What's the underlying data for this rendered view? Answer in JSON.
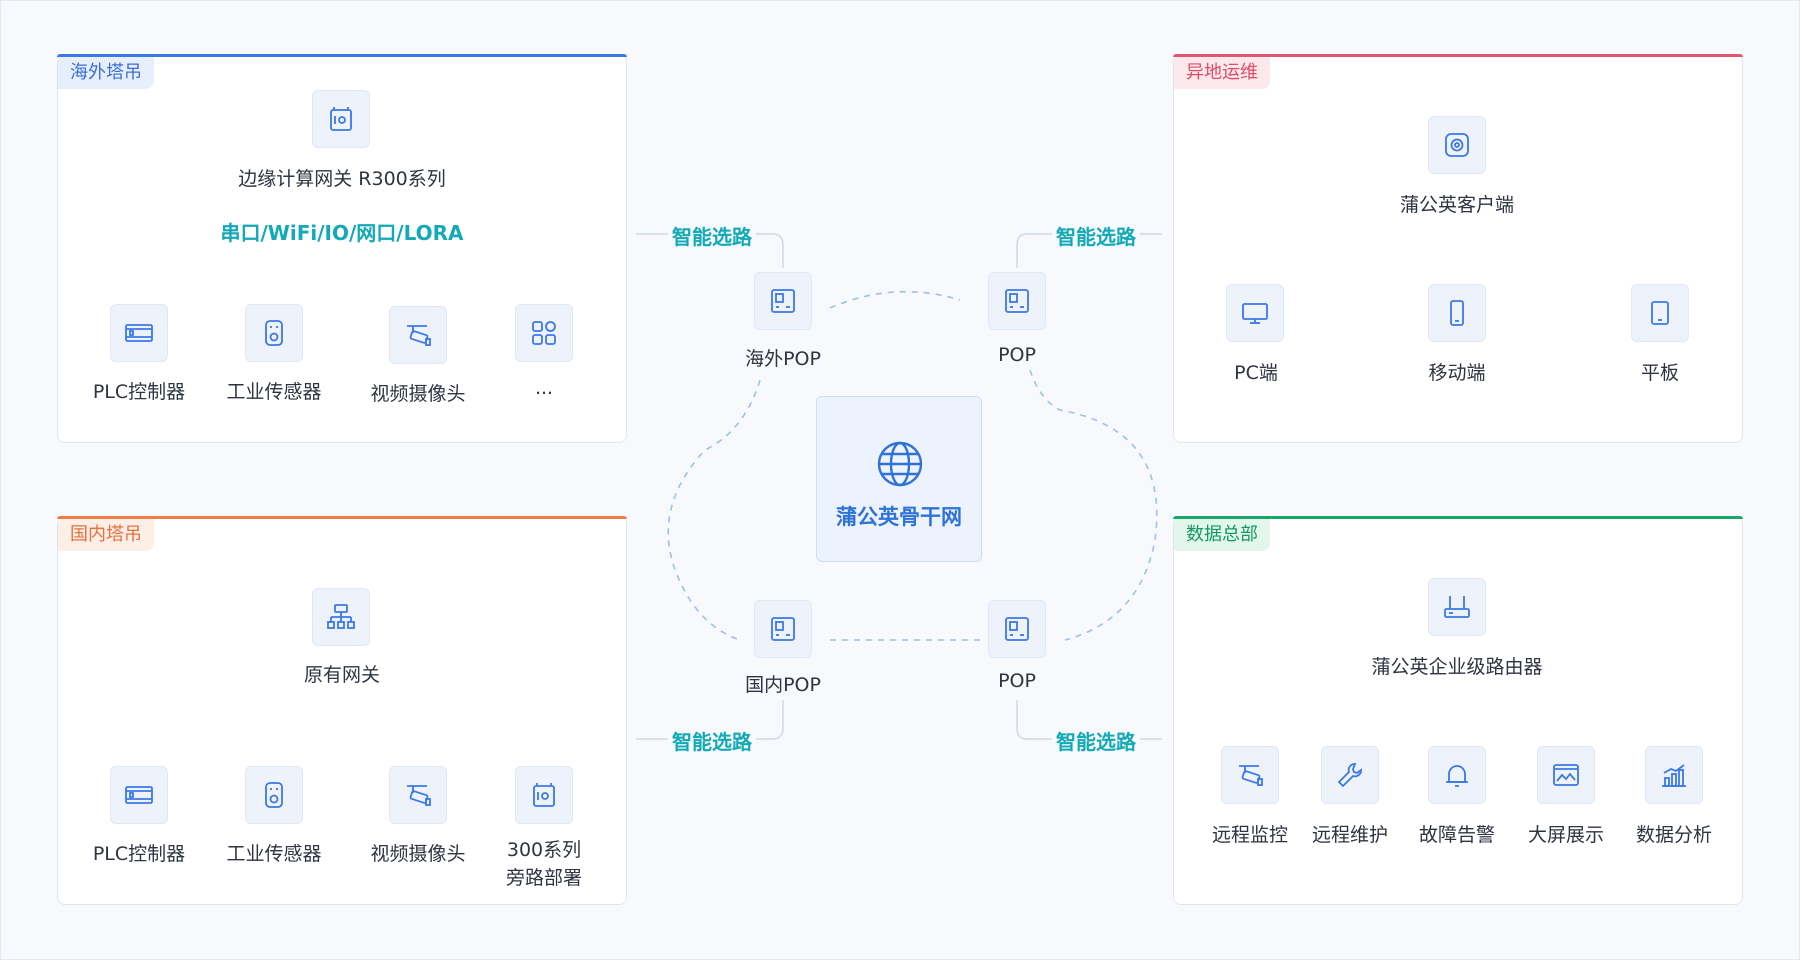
{
  "colors": {
    "blue": "#3b78e7",
    "red": "#e5556e",
    "orange": "#ef7e4c",
    "green": "#18a86b",
    "teal": "#13a9b6",
    "line": "#cfd9e8",
    "cloud": "#9ec0ea"
  },
  "overseas": {
    "tag": "海外塔吊",
    "gateway_label": "边缘计算网关 R300系列",
    "protocols": "串口/WiFi/IO/网口/LORA",
    "devices": [
      {
        "label": "PLC控制器",
        "icon": "plc-icon"
      },
      {
        "label": "工业传感器",
        "icon": "sensor-icon"
      },
      {
        "label": "视频摄像头",
        "icon": "camera-icon"
      },
      {
        "label": "...",
        "icon": "apps-icon"
      }
    ]
  },
  "domestic": {
    "tag": "国内塔吊",
    "gateway_label": "原有网关",
    "devices": [
      {
        "label": "PLC控制器",
        "icon": "plc-icon"
      },
      {
        "label": "工业传感器",
        "icon": "sensor-icon"
      },
      {
        "label": "视频摄像头",
        "icon": "camera-icon"
      },
      {
        "label_line1": "300系列",
        "label_line2": "旁路部署",
        "icon": "gateway-icon"
      }
    ]
  },
  "remote": {
    "tag": "异地运维",
    "client_label": "蒲公英客户端",
    "devices": [
      {
        "label": "PC端",
        "icon": "monitor-icon"
      },
      {
        "label": "移动端",
        "icon": "phone-icon"
      },
      {
        "label": "平板",
        "icon": "tablet-icon"
      }
    ]
  },
  "hq": {
    "tag": "数据总部",
    "router_label": "蒲公英企业级路由器",
    "functions": [
      {
        "label": "远程监控",
        "icon": "camera-icon"
      },
      {
        "label": "远程维护",
        "icon": "wrench-icon"
      },
      {
        "label": "故障告警",
        "icon": "bell-icon"
      },
      {
        "label": "大屏展示",
        "icon": "screen-icon"
      },
      {
        "label": "数据分析",
        "icon": "chart-icon"
      }
    ]
  },
  "network": {
    "center_label": "蒲公英骨干网",
    "pops": [
      "海外POP",
      "POP",
      "国内POP",
      "POP"
    ],
    "route_label": "智能选路"
  }
}
